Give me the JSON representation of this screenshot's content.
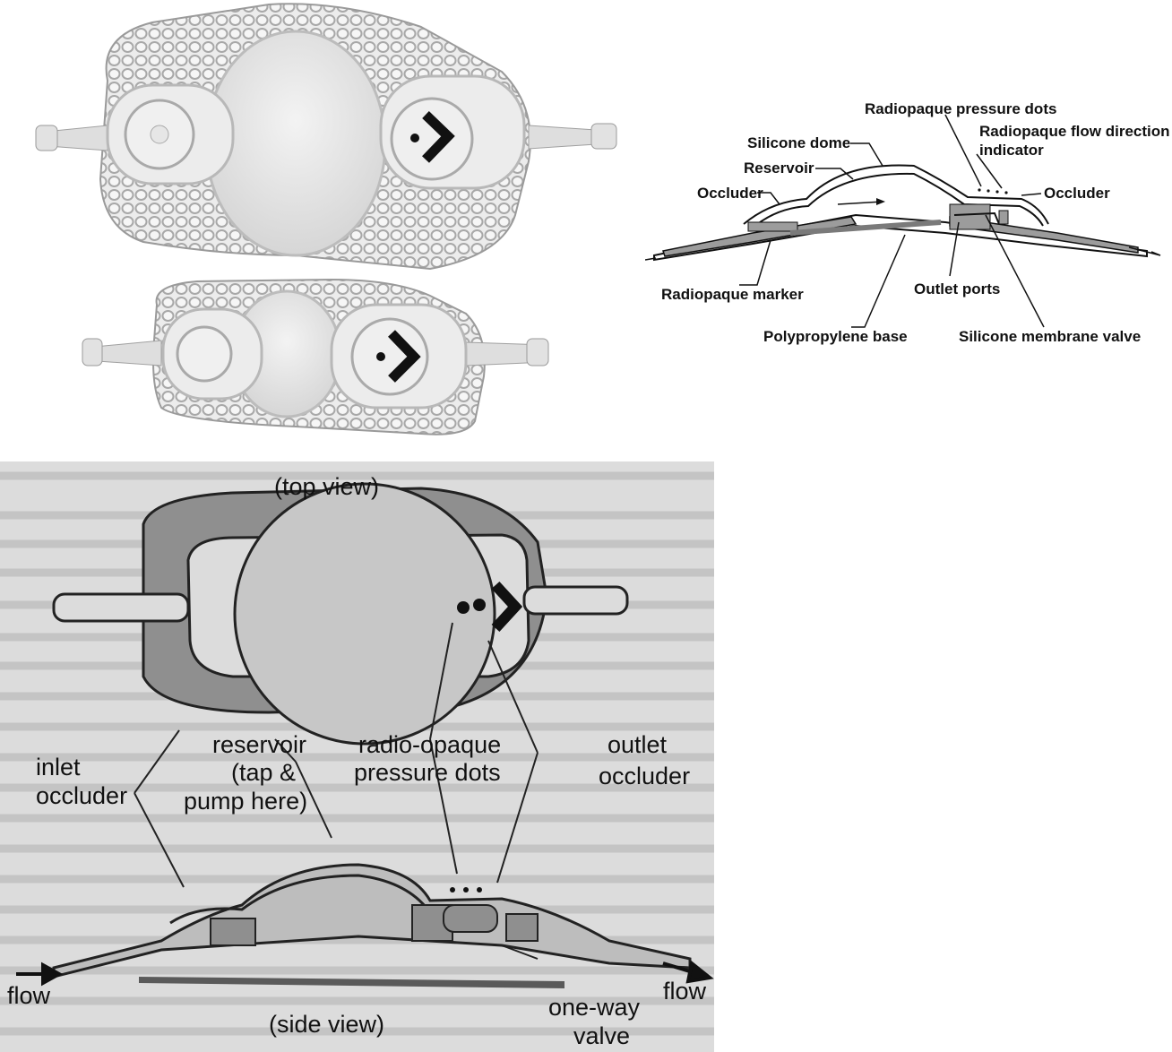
{
  "schematic": {
    "labels": {
      "silicone_dome": "Silicone dome",
      "reservoir": "Reservoir",
      "occluder_left": "Occluder",
      "radiopaque_pressure_dots": "Radiopaque pressure dots",
      "radiopaque_flow_direction_1": "Radiopaque flow direction",
      "radiopaque_flow_direction_2": "indicator",
      "occluder_right": "Occluder",
      "radiopaque_marker": "Radiopaque marker",
      "outlet_ports": "Outlet ports",
      "polypropylene_base": "Polypropylene base",
      "silicone_membrane_valve": "Silicone membrane valve"
    }
  },
  "textbook": {
    "labels": {
      "top_view": "(top view)",
      "side_view": "(side view)",
      "inlet_occluder_1": "inlet",
      "inlet_occluder_2": "occluder",
      "reservoir_1": "reservoir",
      "reservoir_2": "(tap &",
      "reservoir_3": "pump here)",
      "pressure_dots_1": "radio-opaque",
      "pressure_dots_2": "pressure dots",
      "outlet_occluder_1": "outlet",
      "outlet_occluder_2": "occluder",
      "flow_left": "flow",
      "flow_right": "flow",
      "valve_1": "one-way",
      "valve_2": "valve"
    }
  },
  "colors": {
    "photo_body": "#e6e6e6",
    "mesh": "#b5b5b5",
    "arrow_black": "#111111",
    "textbook_bg": "#dcdcdc",
    "textbook_gray": "#8f8f8f"
  }
}
